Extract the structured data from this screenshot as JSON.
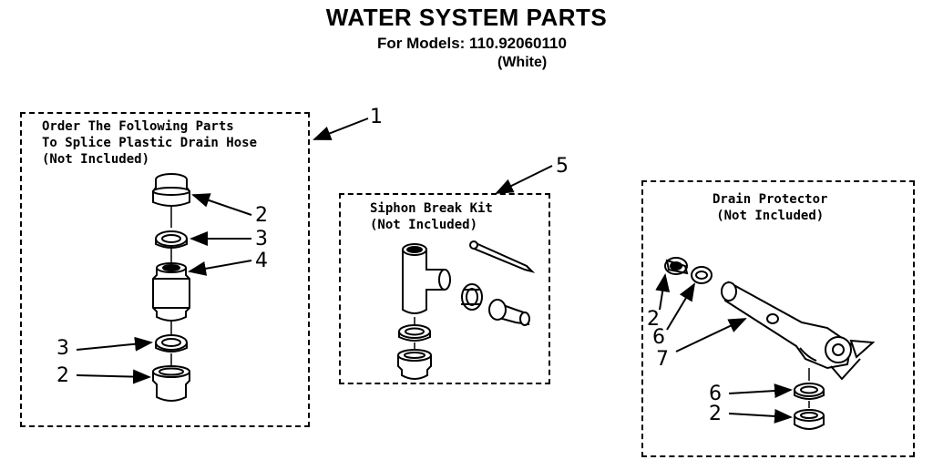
{
  "header": {
    "title": "WATER SYSTEM PARTS",
    "models_line": "For Models: 110.92060110",
    "variant": "(White)"
  },
  "panels": {
    "splice": {
      "lines": [
        "Order The Following Parts",
        "To Splice Plastic Drain Hose",
        "(Not Included)"
      ],
      "ref": "1",
      "callouts": [
        "2",
        "3",
        "4",
        "3",
        "2"
      ]
    },
    "siphon": {
      "lines": [
        "Siphon Break Kit",
        "(Not Included)"
      ],
      "ref": "5"
    },
    "drain": {
      "lines": [
        "Drain Protector",
        "(Not Included)"
      ],
      "callouts": [
        "2",
        "6",
        "7",
        "6",
        "2"
      ]
    }
  }
}
